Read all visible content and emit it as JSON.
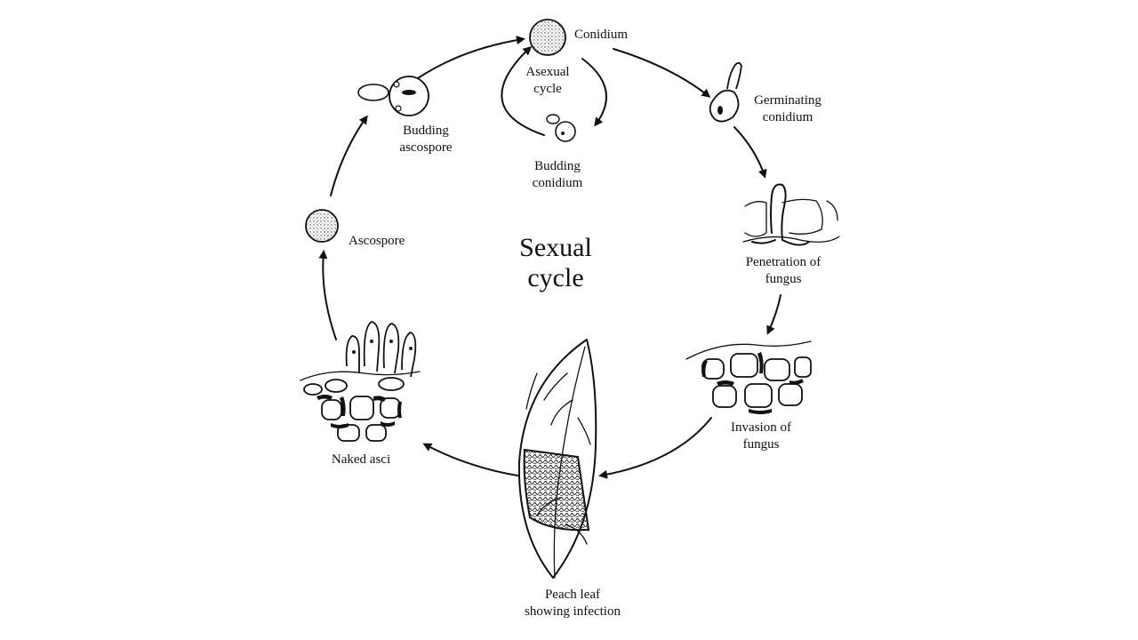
{
  "labels": {
    "conidium": "Conidium",
    "asexual_cycle": [
      "Asexual",
      "cycle"
    ],
    "germinating_conidium": [
      "Germinating",
      "conidium"
    ],
    "budding_ascospore": [
      "Budding",
      "ascospore"
    ],
    "budding_conidium": [
      "Budding",
      "conidium"
    ],
    "ascospore": "Ascospore",
    "sexual_cycle": [
      "Sexual",
      "cycle"
    ],
    "penetration": [
      "Penetration of",
      "fungus"
    ],
    "invasion": [
      "Invasion of",
      "fungus"
    ],
    "naked_asci": "Naked asci",
    "peach_leaf": [
      "Peach leaf",
      "showing infection"
    ]
  }
}
